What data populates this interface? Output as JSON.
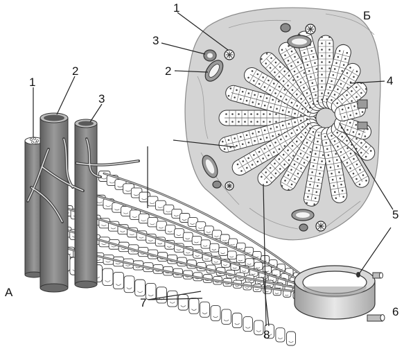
{
  "labels": {
    "panel_a": "А",
    "panel_b": "Б",
    "n1": "1",
    "n2": "2",
    "n3": "3",
    "n4": "4",
    "n5": "5",
    "n6": "6",
    "n7": "7",
    "n8": "8"
  }
}
